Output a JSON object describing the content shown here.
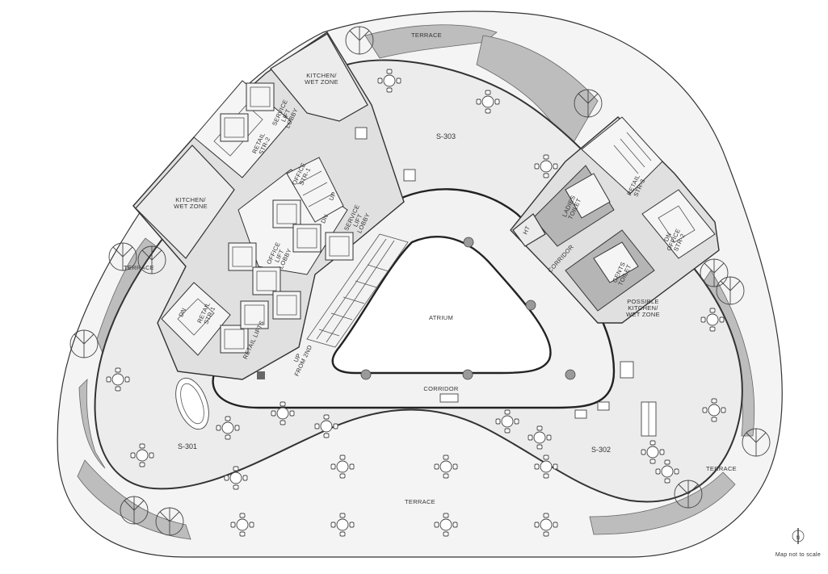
{
  "labels": {
    "terrace_top": "TERRACE",
    "terrace_left": "TERRACE",
    "terrace_right": "TERRACE",
    "terrace_bottom": "TERRACE",
    "s303": "S-303",
    "s301": "S-301",
    "s302": "S-302",
    "atrium": "ATRIUM",
    "corridor_bottom": "CORRIDOR",
    "corridor_right": "CORRIDOR",
    "kitchen_top": [
      "KITCHEN/",
      "WET ZONE"
    ],
    "kitchen_left": [
      "KITCHEN/",
      "WET ZONE"
    ],
    "kitchen_right": [
      "POSSIBLE",
      "KITCHEN/",
      "WET ZONE"
    ],
    "service_lift_lobby_1": [
      "SERVICE",
      "LIFT",
      "LOBBY"
    ],
    "service_lift_lobby_2": [
      "SERVICE",
      "LIFT",
      "LOBBY"
    ],
    "retail_str2": [
      "RETAIL",
      "STR-2"
    ],
    "retail_str1": [
      "RETAIL",
      "STR-1"
    ],
    "retail_str3": [
      "RETAIL",
      "STR-3"
    ],
    "office_str1": [
      "OFFICE",
      "STR-1"
    ],
    "office_str2": [
      "DN",
      "OFFICE",
      "STR-2"
    ],
    "office_lift_lobby": [
      "OFFICE",
      "LIFT",
      "LOBBY"
    ],
    "retail_lifts": "RETAIL LIFTS",
    "up_from_2nd": [
      "UP",
      "FROM 2ND"
    ],
    "dn_1": "DN",
    "dn_2": "DN",
    "up": "UP",
    "ladies_toilet": [
      "LADIES",
      "TOILET"
    ],
    "gents_toilet": [
      "GENTS",
      "TOILET"
    ],
    "ht": "HT",
    "north": "N",
    "scale_note": "Map not to scale"
  },
  "colors": {
    "floor": "#ececec",
    "planter": "#bdbdbd",
    "toilet": "#b5b5b5",
    "wall": "#222222"
  }
}
